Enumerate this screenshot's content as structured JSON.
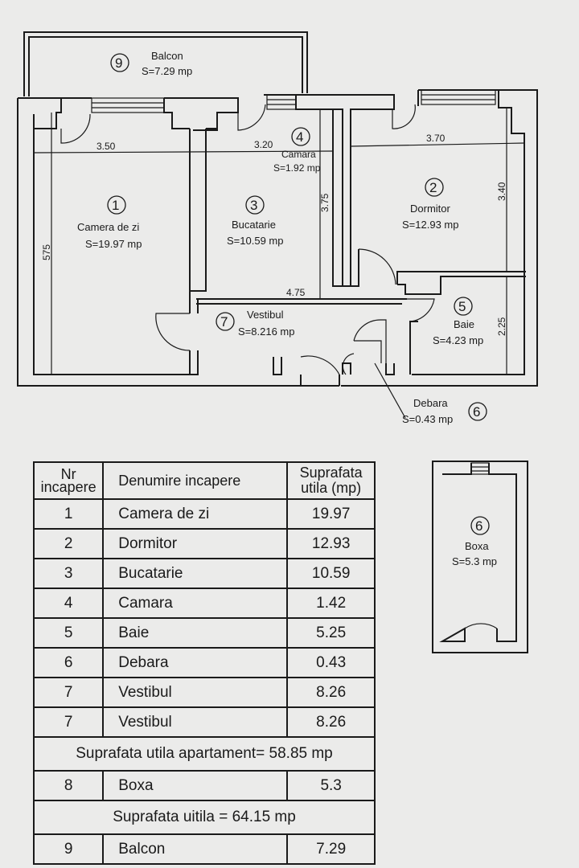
{
  "rooms_plan": [
    {
      "num": "1",
      "name": "Camera de zi",
      "area": "S=19.97 mp"
    },
    {
      "num": "2",
      "name": "Dormitor",
      "area": "S=12.93 mp"
    },
    {
      "num": "3",
      "name": "Bucatarie",
      "area": "S=10.59 mp"
    },
    {
      "num": "4",
      "name": "Camara",
      "area": "S=1.92 mp"
    },
    {
      "num": "5",
      "name": "Baie",
      "area": "S=4.23 mp"
    },
    {
      "num": "6",
      "name": "Debara",
      "area": "S=0.43 mp"
    },
    {
      "num": "7",
      "name": "Vestibul",
      "area": "S=8.216 mp"
    },
    {
      "num": "9",
      "name": "Balcon",
      "area": "S=7.29 mp"
    }
  ],
  "dimensions": {
    "living_width": "3.50",
    "kitchen_width": "3.20",
    "bedroom_width": "3.70",
    "living_depth": "575",
    "kitchen_depth": "3.75",
    "bedroom_depth": "3.40",
    "hall_width": "4.75",
    "bath_depth": "2.25"
  },
  "boxa": {
    "num": "6",
    "name": "Boxa",
    "area": "S=5.3 mp"
  },
  "table": {
    "headers": {
      "nr": [
        "Nr",
        "incapere"
      ],
      "name": "Denumire incapere",
      "area": [
        "Suprafata",
        "utila (mp)"
      ]
    },
    "rows": [
      {
        "nr": "1",
        "name": "Camera de zi",
        "area": "19.97"
      },
      {
        "nr": "2",
        "name": "Dormitor",
        "area": "12.93"
      },
      {
        "nr": "3",
        "name": "Bucatarie",
        "area": "10.59"
      },
      {
        "nr": "4",
        "name": "Camara",
        "area": "1.42"
      },
      {
        "nr": "5",
        "name": "Baie",
        "area": "5.25"
      },
      {
        "nr": "6",
        "name": "Debara",
        "area": "0.43"
      },
      {
        "nr": "7",
        "name": "Vestibul",
        "area": "8.26"
      },
      {
        "nr": "7",
        "name": "Vestibul",
        "area": "8.26"
      }
    ],
    "summary_apartment": "Suprafata utila apartament= 58.85 mp",
    "row_boxa": {
      "nr": "8",
      "name": "Boxa",
      "area": "5.3"
    },
    "summary_total": "Suprafata  uitila = 64.15 mp",
    "row_balcon": {
      "nr": "9",
      "name": "Balcon",
      "area": "7.29"
    }
  }
}
